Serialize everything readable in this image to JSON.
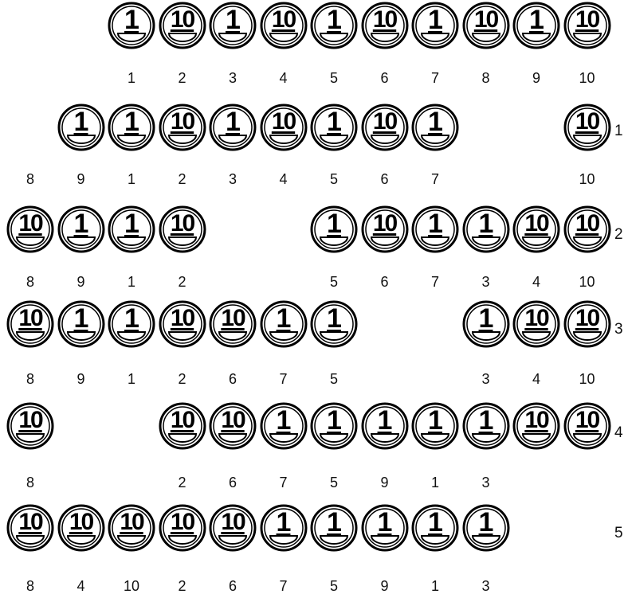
{
  "rows": [
    {
      "step": "",
      "groups": [
        {
          "coins": [
            "1",
            "10",
            "1",
            "10",
            "1",
            "10",
            "1",
            "10",
            "1",
            "10"
          ],
          "labels": [
            "1",
            "2",
            "3",
            "4",
            "5",
            "6",
            "7",
            "8",
            "9",
            "10"
          ]
        }
      ]
    },
    {
      "step": "1",
      "groups": [
        {
          "coins": [
            "1",
            "1",
            "10",
            "1",
            "10",
            "1",
            "10",
            "1"
          ],
          "labels": [
            "8",
            "9",
            "1",
            "2",
            "3",
            "4",
            "5",
            "6",
            "7"
          ]
        },
        {
          "coins": [
            "10"
          ],
          "labels": [
            "10"
          ]
        }
      ]
    },
    {
      "step": "2",
      "groups": [
        {
          "coins": [
            "10",
            "1",
            "1",
            "10"
          ],
          "labels": [
            "8",
            "9",
            "1",
            "2"
          ]
        },
        {
          "coins": [
            "1",
            "10",
            "1",
            "1",
            "10",
            "10"
          ],
          "labels": [
            "5",
            "6",
            "7",
            "3",
            "4",
            "10"
          ]
        }
      ]
    },
    {
      "step": "3",
      "groups": [
        {
          "coins": [
            "10",
            "1",
            "1",
            "10",
            "10",
            "1",
            "1"
          ],
          "labels": [
            "8",
            "9",
            "1",
            "2",
            "6",
            "7",
            "5"
          ]
        },
        {
          "coins": [
            "1",
            "10",
            "10"
          ],
          "labels": [
            "3",
            "4",
            "10"
          ]
        }
      ]
    },
    {
      "step": "4",
      "groups": [
        {
          "coins": [
            "10"
          ],
          "labels": [
            "8"
          ]
        },
        {
          "coins": [
            "10",
            "10",
            "1",
            "1",
            "1",
            "1",
            "1",
            "10",
            "10"
          ],
          "labels": [
            "2",
            "6",
            "7",
            "5",
            "9",
            "1",
            "3"
          ]
        }
      ]
    },
    {
      "step": "5",
      "groups": [
        {
          "coins": [
            "10",
            "10",
            "10",
            "10",
            "10",
            "1",
            "1",
            "1",
            "1",
            "1"
          ],
          "labels": [
            "8",
            "4",
            "10",
            "2",
            "6",
            "7",
            "5",
            "9",
            "1",
            "3"
          ]
        }
      ]
    }
  ]
}
